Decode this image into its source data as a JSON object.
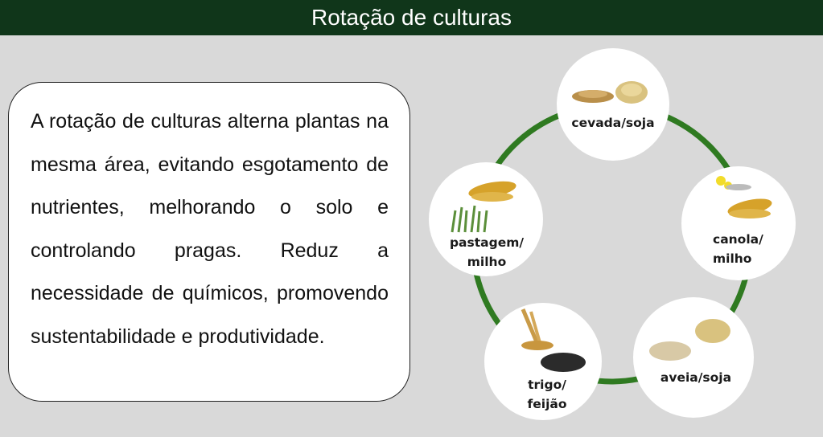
{
  "title": "Rotação de culturas",
  "description": "A rotação de culturas alterna plantas na mesma área, evitando esgotamento de nutrientes, melhorando o solo e controlando pragas. Reduz a necessidade de químicos, promovendo sustentabilidade e produtividade.",
  "cycle": {
    "ring_color": "#2f7a21",
    "stages": [
      {
        "line1": "cevada/soja",
        "line2": ""
      },
      {
        "line1": "canola/",
        "line2": "milho"
      },
      {
        "line1": "aveia/soja",
        "line2": ""
      },
      {
        "line1": "trigo/",
        "line2": "feijão"
      },
      {
        "line1": "pastagem/",
        "line2": "milho"
      }
    ]
  }
}
